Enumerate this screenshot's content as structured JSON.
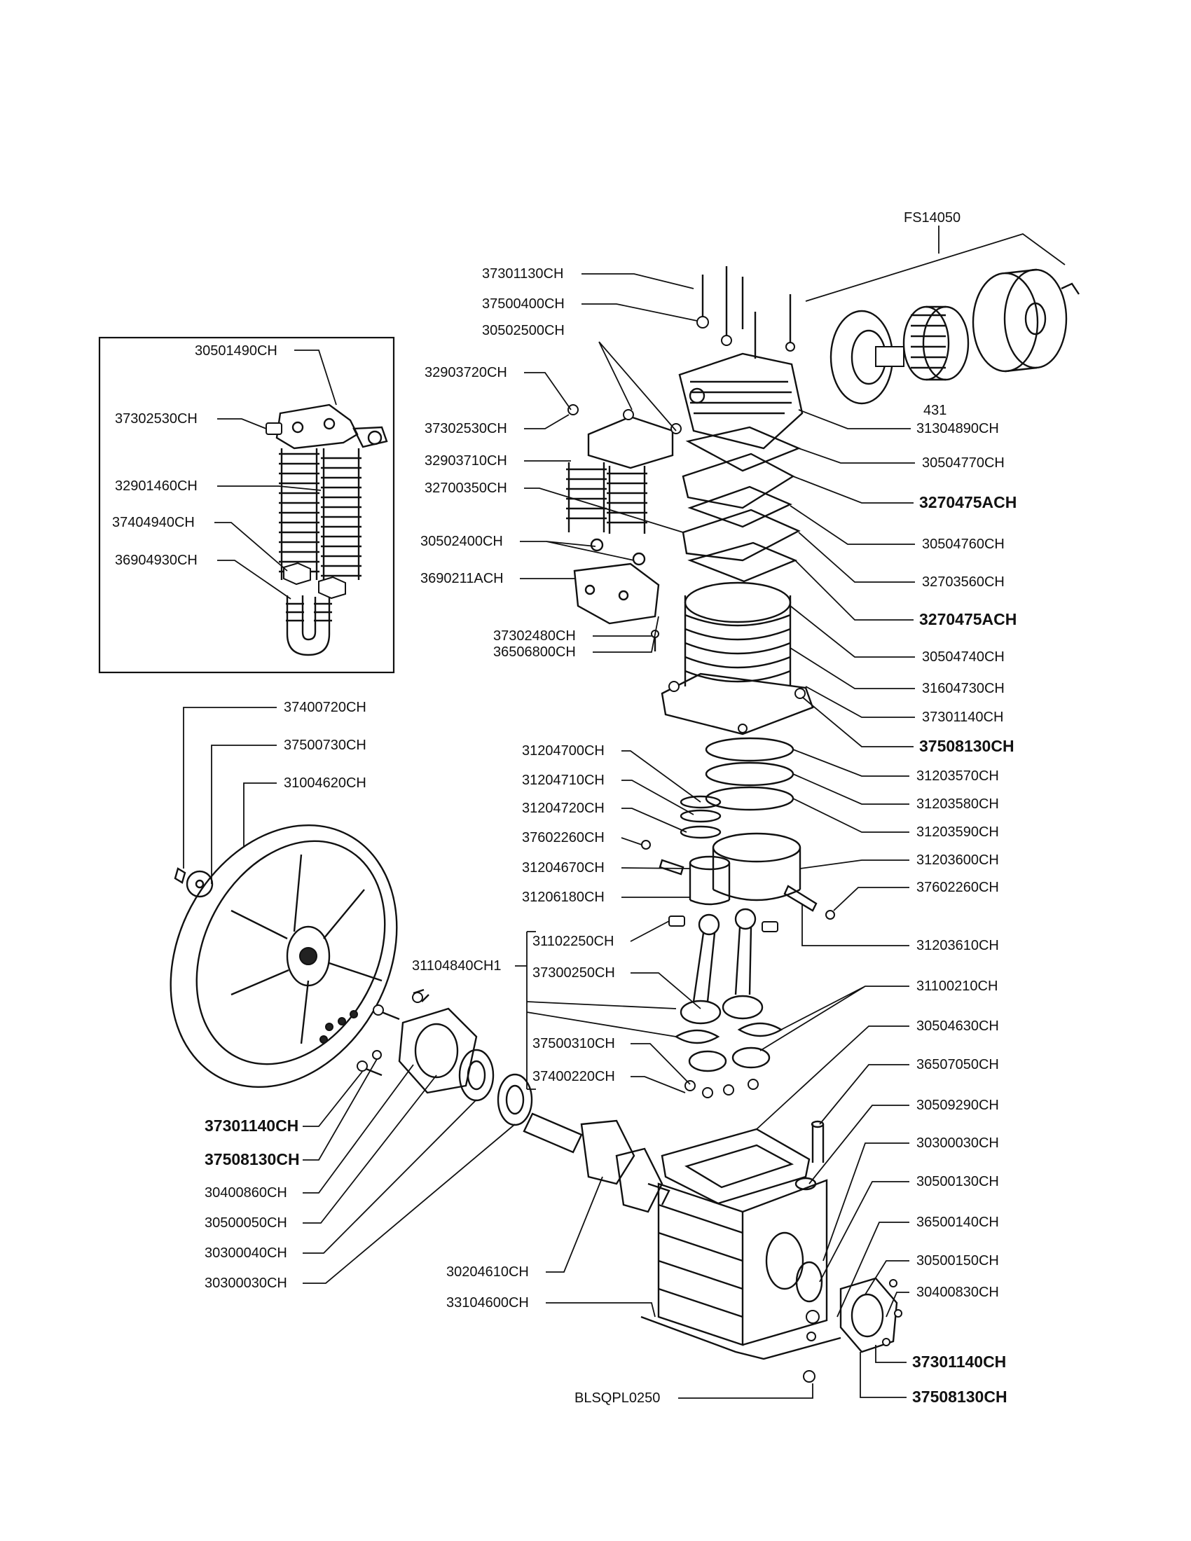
{
  "diagram": {
    "labels": {
      "fs14050": "FS14050",
      "n431": "431",
      "l37301130": "37301130CH",
      "l37500400": "37500400CH",
      "l30502500": "30502500CH",
      "l32903720": "32903720CH",
      "l37302530r": "37302530CH",
      "l32903710": "32903710CH",
      "l32700350": "32700350CH",
      "l30502400": "30502400CH",
      "l3690211A": "3690211ACH",
      "l37302480": "37302480CH",
      "l36506800": "36506800CH",
      "l31304890": "31304890CH",
      "l30504770": "30504770CH",
      "l3270475Aa": "3270475ACH",
      "l30504760": "30504760CH",
      "l32703560": "32703560CH",
      "l3270475Ab": "3270475ACH",
      "l30504740": "30504740CH",
      "l31604730": "31604730CH",
      "l37301140r": "37301140CH",
      "l37508130r": "37508130CH",
      "i30501490": "30501490CH",
      "i37302530": "37302530CH",
      "i32901460": "32901460CH",
      "i37404940": "37404940CH",
      "i36904930": "36904930CH",
      "l37400720": "37400720CH",
      "l37500730": "37500730CH",
      "l31004620": "31004620CH",
      "l31204700": "31204700CH",
      "l31204710": "31204710CH",
      "l31204720": "31204720CH",
      "l37602260l": "37602260CH",
      "l31204670": "31204670CH",
      "l31206180": "31206180CH",
      "l31203570": "31203570CH",
      "l31203580": "31203580CH",
      "l31203590": "31203590CH",
      "l31203600": "31203600CH",
      "l37602260r": "37602260CH",
      "l31203610": "31203610CH",
      "l31104840": "31104840CH1",
      "l31102250": "31102250CH",
      "l37300250": "37300250CH",
      "l37500310": "37500310CH",
      "l37400220": "37400220CH",
      "l31100210": "31100210CH",
      "l30504630": "30504630CH",
      "l36507050": "36507050CH",
      "l30509290": "30509290CH",
      "l30300030r": "30300030CH",
      "l30500130": "30500130CH",
      "l36500140": "36500140CH",
      "l30500150": "30500150CH",
      "l30400830": "30400830CH",
      "l37301140br": "37301140CH",
      "l37508130br": "37508130CH",
      "l37301140bl": "37301140CH",
      "l37508130bl": "37508130CH",
      "l30400860": "30400860CH",
      "l30500050": "30500050CH",
      "l30300040": "30300040CH",
      "l30300030bl": "30300030CH",
      "l30204610": "30204610CH",
      "l33104600": "33104600CH",
      "lBLSQPL": "BLSQPL0250"
    }
  }
}
